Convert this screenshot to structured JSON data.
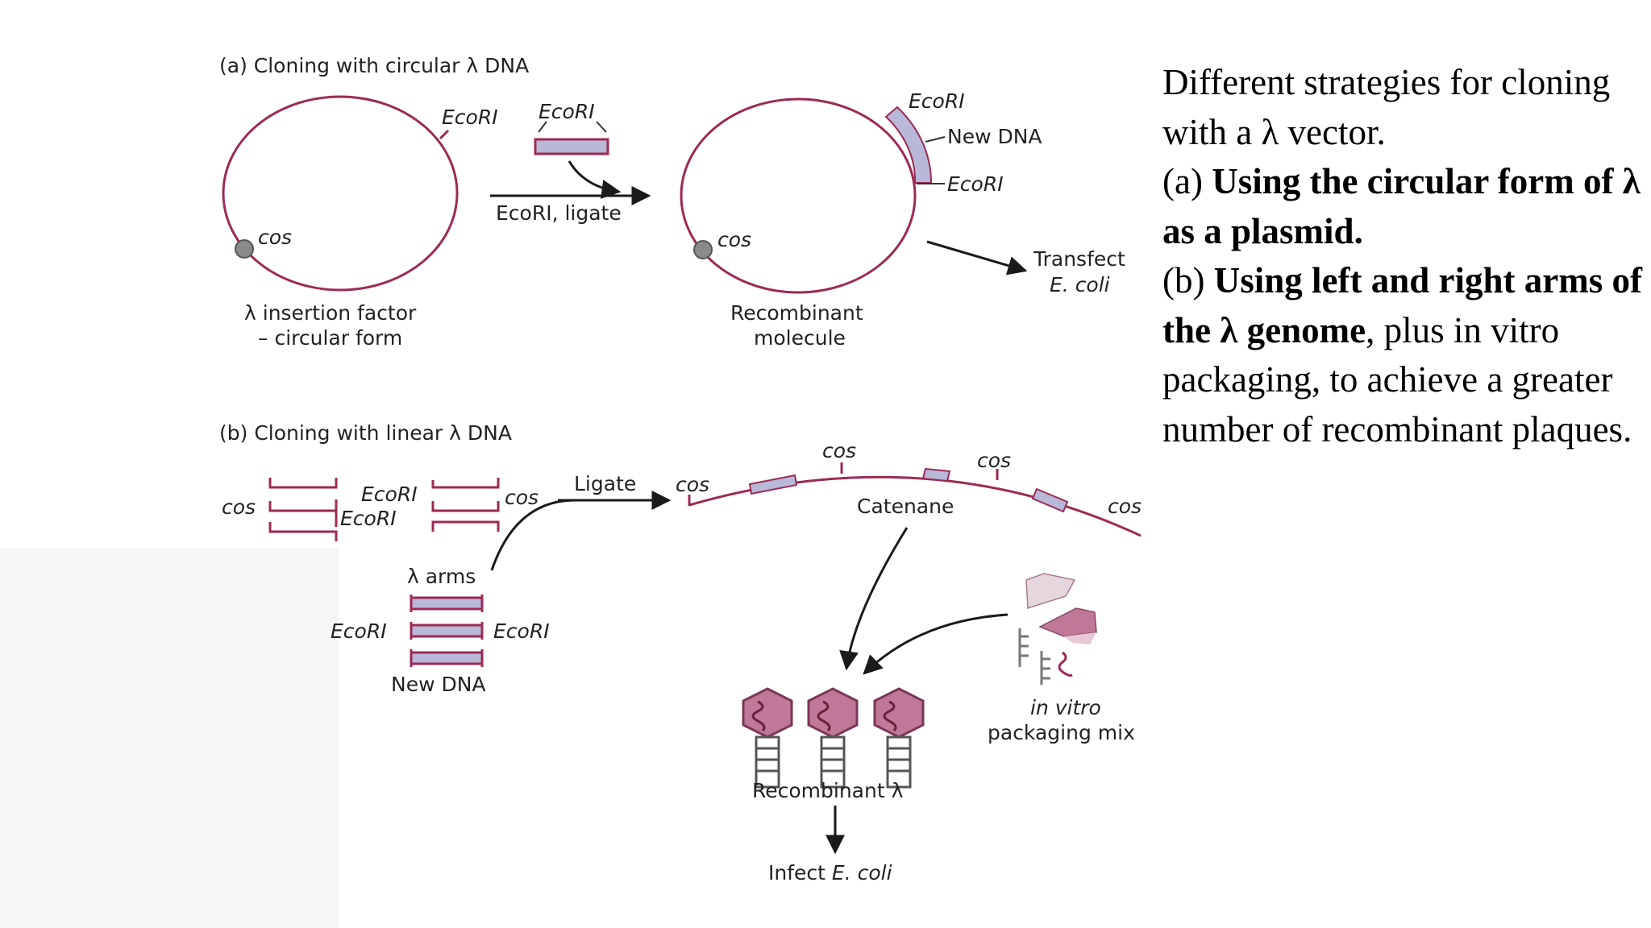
{
  "colors": {
    "dna": "#9c2a55",
    "insert_fill": "#b8b8d8",
    "arrow": "#1a1a1a",
    "capsid": "#c07898",
    "text": "#222222"
  },
  "panel_a": {
    "title": "(a) Cloning with circular λ DNA",
    "ecori_site": "EcoRI",
    "insert_ecori": "EcoRI",
    "step": "EcoRI, ligate",
    "cos_left": "cos",
    "vector_label_line1": "λ insertion factor",
    "vector_label_line2": "– circular form",
    "recomb_ecori_top": "EcoRI",
    "new_dna": "New DNA",
    "recomb_ecori_bottom": "EcoRI",
    "cos_right": "cos",
    "recomb_label_line1": "Recombinant",
    "recomb_label_line2": "molecule",
    "transfect_line1": "Transfect",
    "transfect_line2": "E. coli"
  },
  "panel_b": {
    "title": "(b) Cloning with linear λ DNA",
    "cos_left": "cos",
    "ecori_upper": "EcoRI",
    "ecori_lower": "EcoRI",
    "cos_arm_right": "cos",
    "ligate": "Ligate",
    "arms_label": "λ arms",
    "ecori_insert_left": "EcoRI",
    "ecori_insert_right": "EcoRI",
    "new_dna": "New DNA",
    "cos_cat_1": "cos",
    "cos_cat_2": "cos",
    "cos_cat_3": "cos",
    "cos_cat_4": "cos",
    "catenane": "Catenane",
    "invitro_line1": "in vitro",
    "invitro_line2": "packaging mix",
    "recombinant": "Recombinant λ",
    "infect_prefix": "Infect ",
    "infect_organism": "E. coli"
  },
  "caption": {
    "intro": "Different strategies for cloning with a λ vector.",
    "a_prefix": "(a) ",
    "a_bold": "Using the circular form of λ as a plasmid.",
    "b_prefix": "(b) ",
    "b_bold": "Using left and right arms of the λ genome",
    "b_rest": ", plus in vitro packaging, to achieve a greater number of recombinant plaques."
  }
}
